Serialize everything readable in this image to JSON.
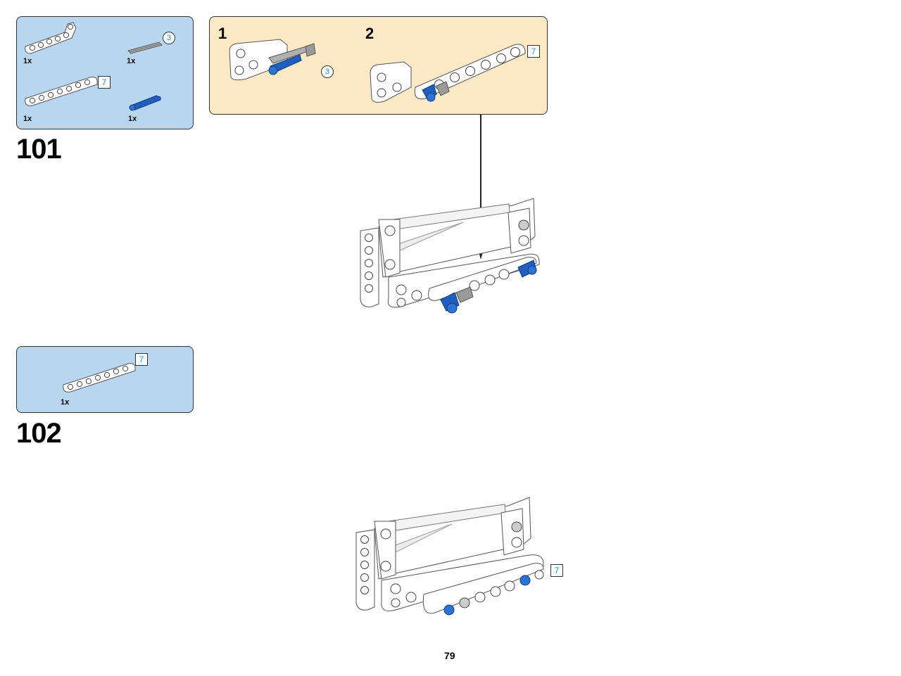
{
  "steps": [
    {
      "number": "101",
      "parts": [
        {
          "name": "l-beam",
          "qty": "1x"
        },
        {
          "name": "axle",
          "qty": "1x",
          "length": "3"
        },
        {
          "name": "beam",
          "qty": "1x",
          "length": "7"
        },
        {
          "name": "pin",
          "qty": "1x"
        }
      ],
      "substeps": [
        {
          "number": "1",
          "length_callout": "3"
        },
        {
          "number": "2",
          "length_callout": "7"
        }
      ]
    },
    {
      "number": "102",
      "parts": [
        {
          "name": "beam",
          "qty": "1x",
          "length": "7"
        }
      ],
      "length_callout": "7"
    }
  ],
  "page_number": "79",
  "colors": {
    "parts_bg": "#b9d6f0",
    "substep_bg": "#fde9c6",
    "pin_blue": "#1f5fbf",
    "axle_grey": "#9a9a9a",
    "callout_text": "#2a8fd0"
  },
  "icons": [
    "l-beam-icon",
    "axle-icon",
    "beam-icon",
    "pin-icon"
  ]
}
